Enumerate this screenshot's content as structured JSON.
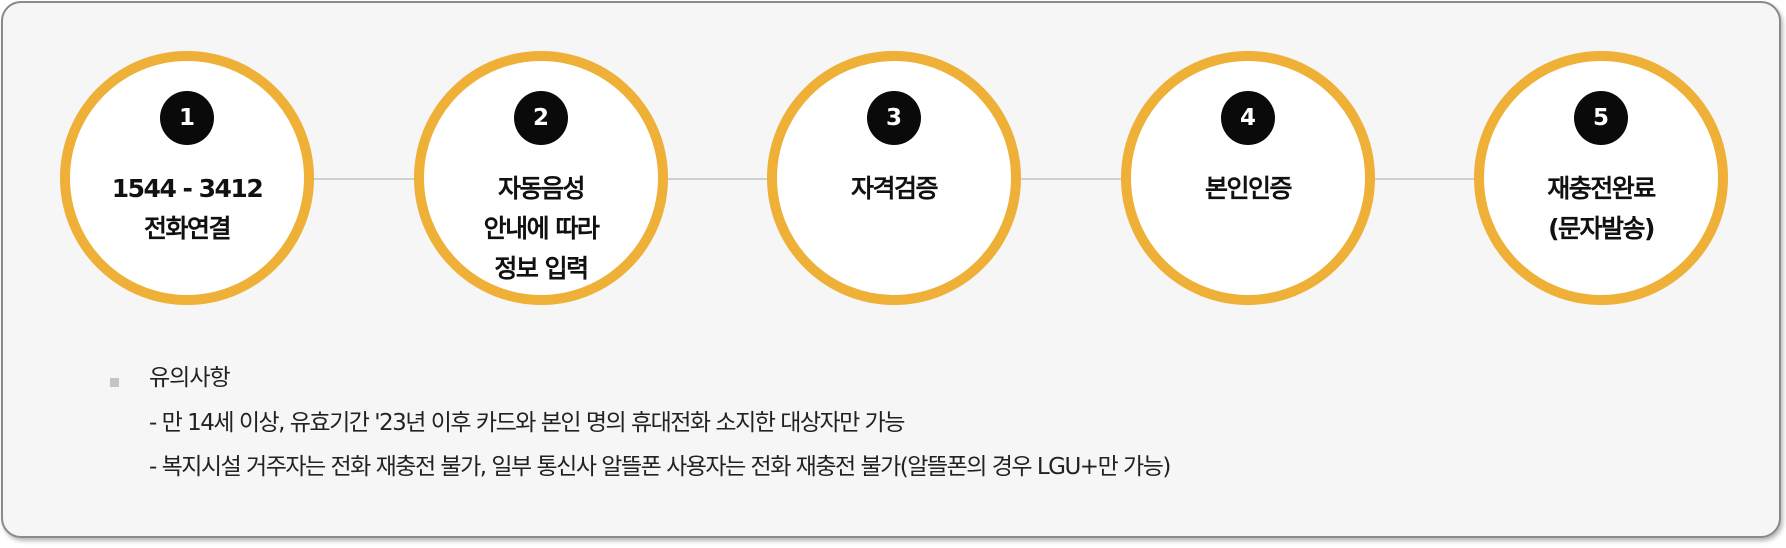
{
  "steps": [
    {
      "number": "1",
      "label": "1544 - 3412\n전화연결"
    },
    {
      "number": "2",
      "label": "자동음성\n안내에 따라\n정보 입력"
    },
    {
      "number": "3",
      "label": "자격검증"
    },
    {
      "number": "4",
      "label": "본인인증"
    },
    {
      "number": "5",
      "label": "재충전완료\n(문자발송)"
    }
  ],
  "notice": {
    "title": "유의사항",
    "lines": [
      "- 만 14세 이상, 유효기간 '23년 이후 카드와 본인 명의 휴대전화 소지한 대상자만 가능",
      "- 복지시설 거주자는 전화 재충전 불가, 일부 통신사 알뜰폰 사용자는 전화 재충전 불가(알뜰폰의 경우 LGU+만 가능)"
    ]
  },
  "colors": {
    "ring": "#eeb037",
    "number_badge": "#0a0a0a",
    "connector": "#cfcfcf",
    "panel_background": "#f6f6f6",
    "panel_border": "#8a8a8a"
  }
}
